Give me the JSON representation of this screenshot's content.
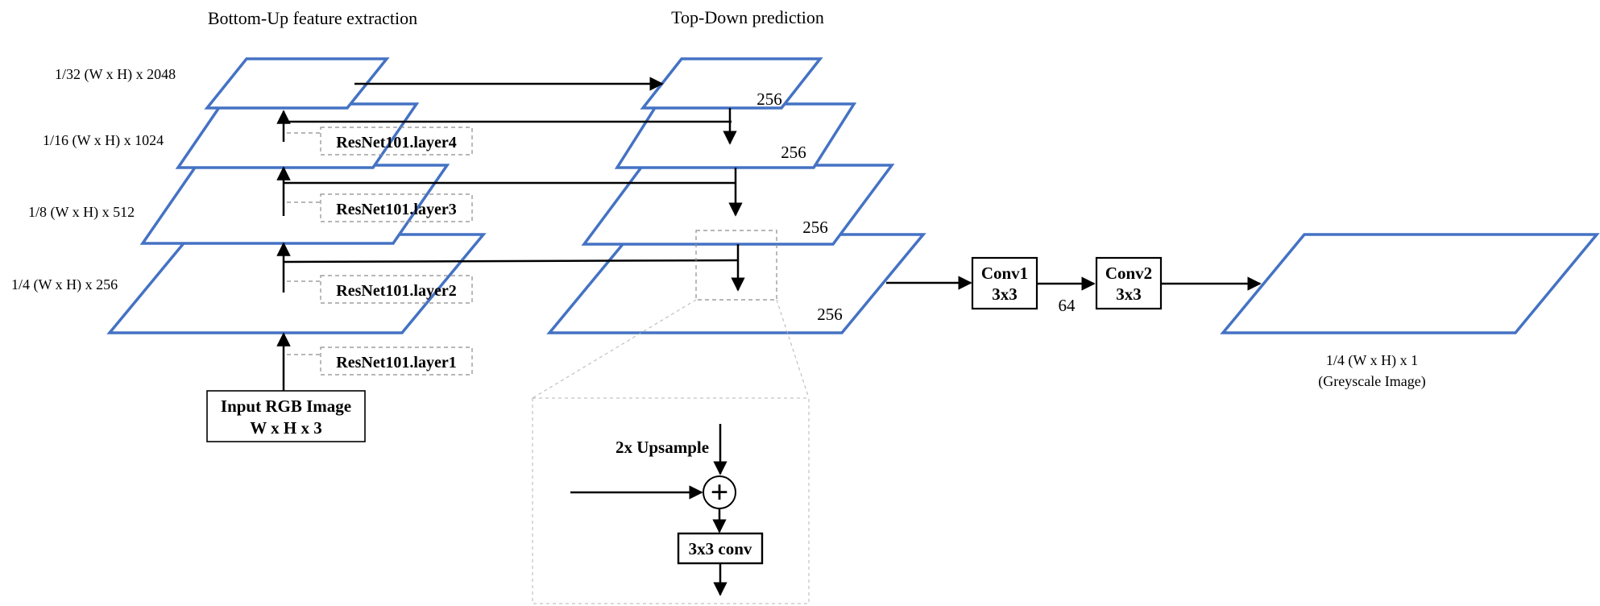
{
  "titles": {
    "bottom_up": "Bottom-Up feature extraction",
    "top_down": "Top-Down prediction"
  },
  "bottom_up_levels": [
    {
      "label": "1/32 (W x H) x 2048"
    },
    {
      "label": "1/16 (W x H) x 1024"
    },
    {
      "label": "1/8 (W x H) x 512"
    },
    {
      "label": "1/4 (W x H) x 256"
    }
  ],
  "backbone_layers": [
    {
      "label": "ResNet101.layer4"
    },
    {
      "label": "ResNet101.layer3"
    },
    {
      "label": "ResNet101.layer2"
    },
    {
      "label": "ResNet101.layer1"
    }
  ],
  "input": {
    "line1": "Input RGB Image",
    "line2": "W x H x 3"
  },
  "top_down_levels": [
    {
      "channels": "256"
    },
    {
      "channels": "256"
    },
    {
      "channels": "256"
    },
    {
      "channels": "256"
    }
  ],
  "head": {
    "conv1_line1": "Conv1",
    "conv1_line2": "3x3",
    "mid_channels": "64",
    "conv2_line1": "Conv2",
    "conv2_line2": "3x3"
  },
  "output": {
    "line1": "1/4 (W x H) x 1",
    "line2": "(Greyscale Image)"
  },
  "merge_detail": {
    "upsample_label": "2x Upsample",
    "conv_label": "3x3 conv",
    "plus_symbol": "+"
  },
  "colors": {
    "plane_stroke": "#4472c4",
    "line": "#000000",
    "dashed_box": "#8c8c8c"
  }
}
